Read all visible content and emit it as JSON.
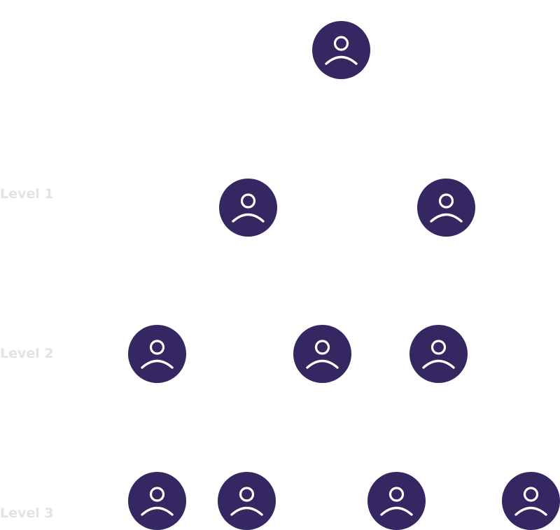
{
  "diagram": {
    "title": "Hierarchy levels",
    "node_color": "#352762",
    "label_color": "#e3e3e3",
    "levels": [
      {
        "label": "",
        "nodes": 1
      },
      {
        "label": "Level 1",
        "nodes": 2
      },
      {
        "label": "Level 2",
        "nodes": 3
      },
      {
        "label": "Level 3",
        "nodes": 4
      }
    ],
    "node_icon": "user-icon"
  }
}
